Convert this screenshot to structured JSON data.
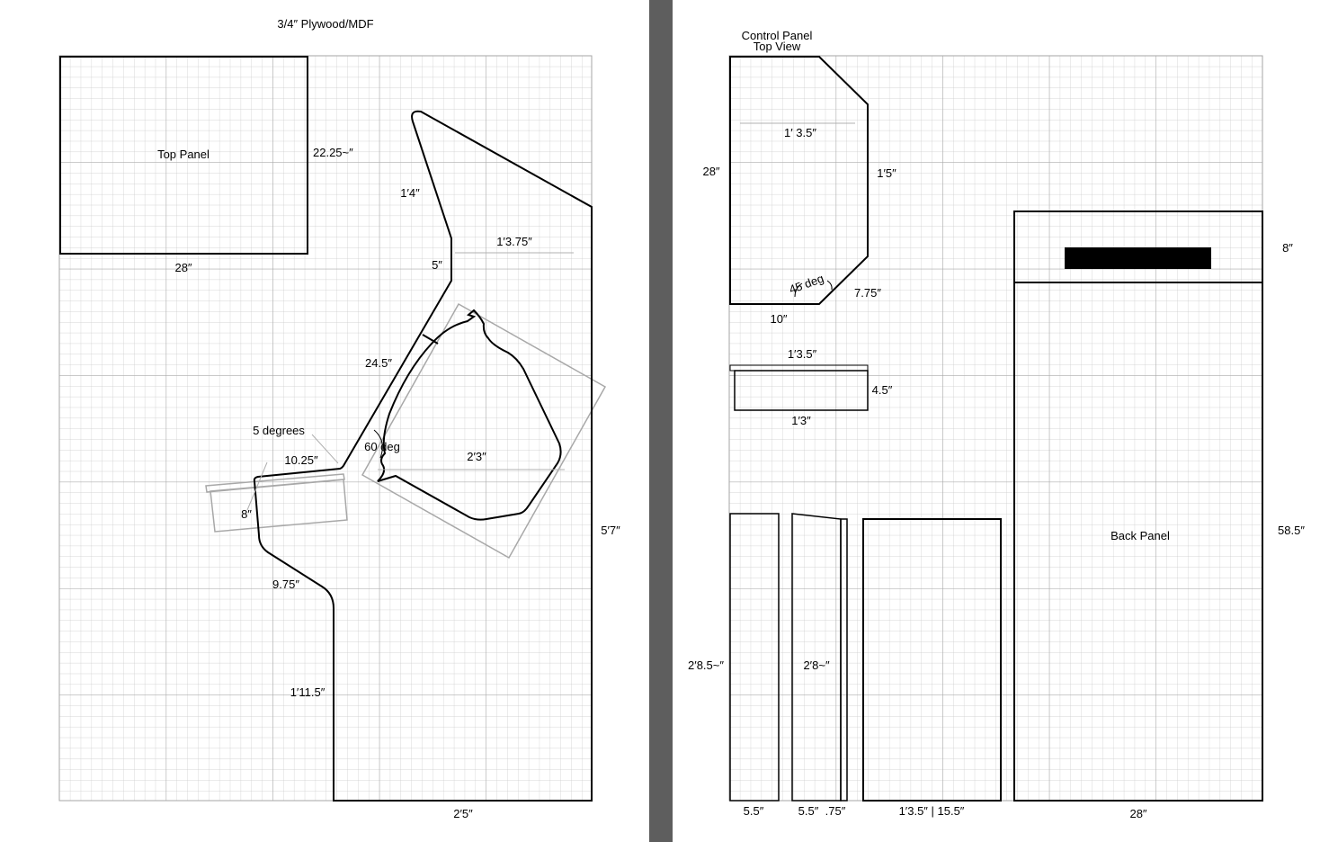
{
  "left_sheet": {
    "title": "3/4″ Plywood/MDF",
    "top_panel_label": "Top Panel",
    "top_panel_height": "22.25~″",
    "top_panel_width": "28″",
    "dim_marquee_edge": "1′4″",
    "dim_top_edge": "1′3.75″",
    "dim_5in": "5″",
    "dim_monitor_edge": "24.5″",
    "dim_monitor_width": "2′3″",
    "angle_60": "60 deg",
    "angle_5": "5 degrees",
    "dim_10_25": "10.25″",
    "dim_8": "8″",
    "dim_9_75": "9.75″",
    "dim_1_11_5": "1′11.5″",
    "dim_height": "5′7″",
    "dim_base": "2′5″"
  },
  "right_sheet": {
    "control_panel_label_line1": "Control Panel",
    "control_panel_label_line2": "Top View",
    "dim_cp_depth": "28″",
    "dim_cp_inner": "1′ 3.5″",
    "dim_cp_side": "1′5″",
    "angle_45": "45 deg",
    "dim_cp_front": "10″",
    "dim_cp_diag": "7.75″",
    "dim_shelf_width": "1′3.5″",
    "dim_shelf_height": "4.5″",
    "dim_shelf_inner": "1′3″",
    "dim_side_height": "2′8.5~″",
    "dim_side_width": "5.5″",
    "dim_mid_height": "2′8~″",
    "dim_mid_width": "5.5″",
    "dim_mid_strip": ".75″",
    "dim_door_width": "1′3.5″ | 15.5″",
    "back_panel_label": "Back Panel",
    "dim_back_top": "8″",
    "dim_back_height": "58.5″",
    "dim_back_width": "28″"
  }
}
